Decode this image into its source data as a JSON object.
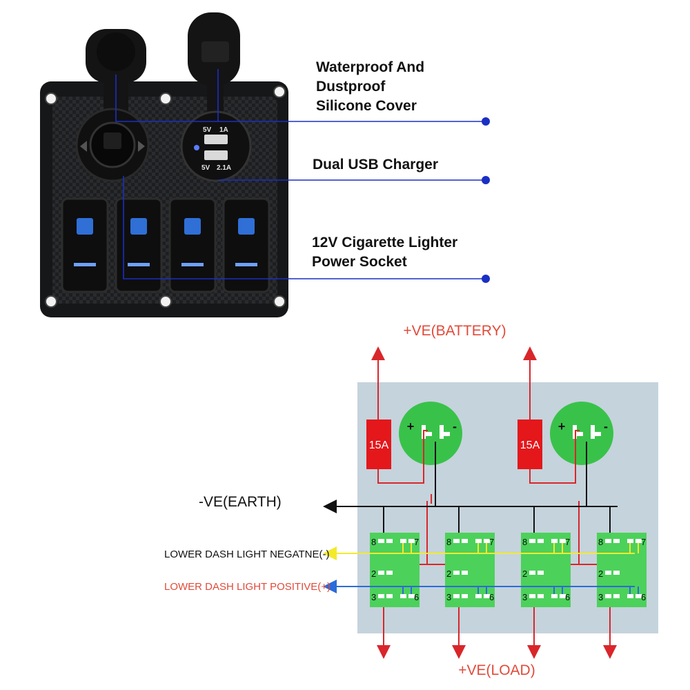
{
  "callouts": {
    "cover_line1": "Waterproof And",
    "cover_line2": "Dustproof",
    "cover_line3": "Silicone Cover",
    "usb": "Dual USB Charger",
    "socket_line1": "12V Cigarette Lighter",
    "socket_line2": "Power Socket"
  },
  "usb_labels": {
    "top_left": "5V",
    "top_right": "1A",
    "bottom_left": "5V",
    "bottom_right": "2.1A"
  },
  "wiring": {
    "battery_label": "+VE(BATTERY)",
    "earth_label": "-VE(EARTH)",
    "load_label": "+VE(LOAD)",
    "neg_label": "LOWER DASH LIGHT NEGATNE(-)",
    "pos_label": "LOWER DASH LIGHT POSITIVE(+)",
    "fuse_left": "15A",
    "fuse_right": "15A",
    "socket_plus": "+",
    "socket_minus": "-",
    "pins": {
      "p8": "8",
      "p7": "7",
      "p2": "2",
      "p3": "3",
      "p6": "6"
    }
  },
  "colors": {
    "callout_line": "#1a2fc4",
    "panel": "#1b1c1e",
    "switch_led": "#2f6fd6",
    "diagram_bg": "#c5d3dc",
    "switch_green": "#4cd15b",
    "socket_green": "#39c24a",
    "fuse_red": "#e4171b",
    "red_wire": "#d9262a",
    "neg_wire": "#f4ea2a",
    "pos_wire": "#2b6bd9",
    "red_text": "#e04a3a"
  }
}
